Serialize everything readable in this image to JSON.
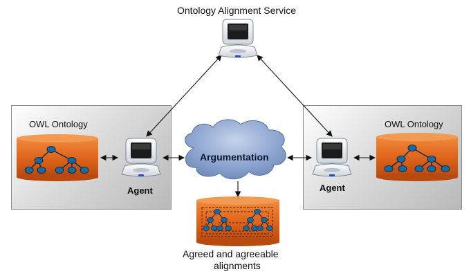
{
  "diagram": {
    "service_label": "Ontology Alignment Service",
    "left": {
      "ontology_label": "OWL Ontology",
      "agent_label": "Agent"
    },
    "right": {
      "ontology_label": "OWL Ontology",
      "agent_label": "Agent"
    },
    "argumentation_label": "Argumentation",
    "alignments_label_line1": "Agreed and agreeable",
    "alignments_label_line2": "alignments",
    "colors": {
      "panel_border": "#8c8c8c",
      "cylinder_orange": "#e0651c",
      "tree_node": "#1a6aa0",
      "cloud_fill": "#7f99c6",
      "arrow": "#111111"
    }
  }
}
